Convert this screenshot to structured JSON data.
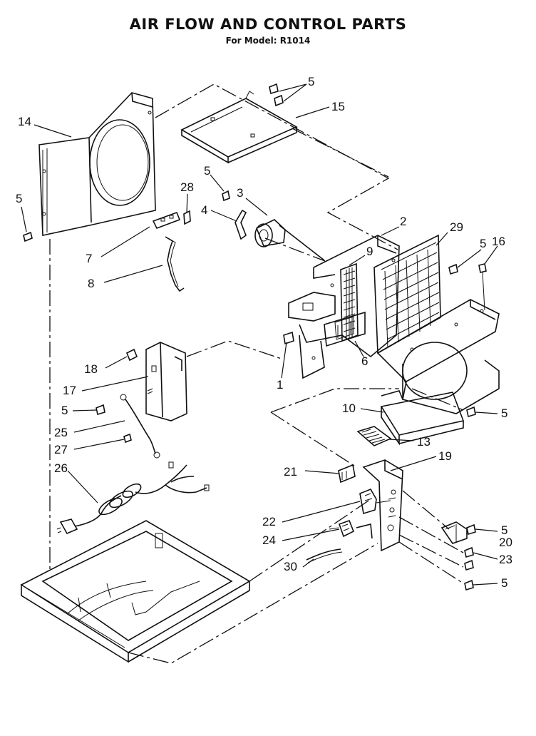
{
  "header": {
    "title": "AIR FLOW AND CONTROL PARTS",
    "subtitle": "For Model: R1014"
  },
  "callouts": [
    {
      "id": "c-14-tl",
      "label": "14"
    },
    {
      "id": "c-5-left",
      "label": "5"
    },
    {
      "id": "c-5-top",
      "label": "5"
    },
    {
      "id": "c-15",
      "label": "15"
    },
    {
      "id": "c-5-motor",
      "label": "5"
    },
    {
      "id": "c-28",
      "label": "28"
    },
    {
      "id": "c-3",
      "label": "3"
    },
    {
      "id": "c-4",
      "label": "4"
    },
    {
      "id": "c-2",
      "label": "2"
    },
    {
      "id": "c-29",
      "label": "29"
    },
    {
      "id": "c-5-right",
      "label": "5"
    },
    {
      "id": "c-16",
      "label": "16"
    },
    {
      "id": "c-7",
      "label": "7"
    },
    {
      "id": "c-9",
      "label": "9"
    },
    {
      "id": "c-8",
      "label": "8"
    },
    {
      "id": "c-18",
      "label": "18"
    },
    {
      "id": "c-6",
      "label": "6"
    },
    {
      "id": "c-17",
      "label": "17"
    },
    {
      "id": "c-1",
      "label": "1"
    },
    {
      "id": "c-5-mid",
      "label": "5"
    },
    {
      "id": "c-10",
      "label": "10"
    },
    {
      "id": "c-5-base",
      "label": "5"
    },
    {
      "id": "c-25",
      "label": "25"
    },
    {
      "id": "c-27",
      "label": "27"
    },
    {
      "id": "c-13",
      "label": "13"
    },
    {
      "id": "c-19",
      "label": "19"
    },
    {
      "id": "c-26",
      "label": "26"
    },
    {
      "id": "c-21",
      "label": "21"
    },
    {
      "id": "c-22",
      "label": "22"
    },
    {
      "id": "c-5-ctrl1",
      "label": "5"
    },
    {
      "id": "c-20",
      "label": "20"
    },
    {
      "id": "c-24",
      "label": "24"
    },
    {
      "id": "c-23",
      "label": "23"
    },
    {
      "id": "c-30",
      "label": "30"
    },
    {
      "id": "c-5-ctrl2",
      "label": "5"
    }
  ]
}
